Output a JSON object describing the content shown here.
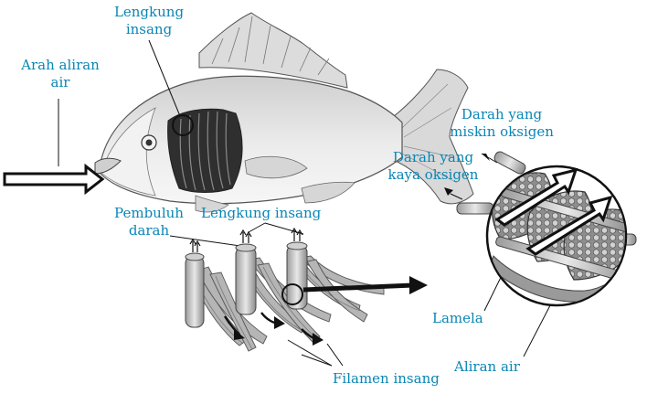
{
  "labels": {
    "gill_arch_top": "Lengkung\ninsang",
    "water_flow_direction": "Arah aliran\nair",
    "deoxygenated_blood": "Darah yang\nmiskin oksigen",
    "oxygenated_blood": "Darah yang\nkaya oksigen",
    "blood_vessel": "Pembuluh\ndarah",
    "gill_arch_mid": "Lengkung insang",
    "lamella": "Lamela",
    "water_flow": "Aliran air",
    "gill_filament": "Filamen insang"
  },
  "colors": {
    "label_text": "#0a86b5",
    "line": "#111111",
    "fish_fill": "#e6e6e6",
    "fish_shade": "#bdbdbd",
    "gill_dark": "#3a3a3a",
    "filament": "#9a9a9a"
  }
}
